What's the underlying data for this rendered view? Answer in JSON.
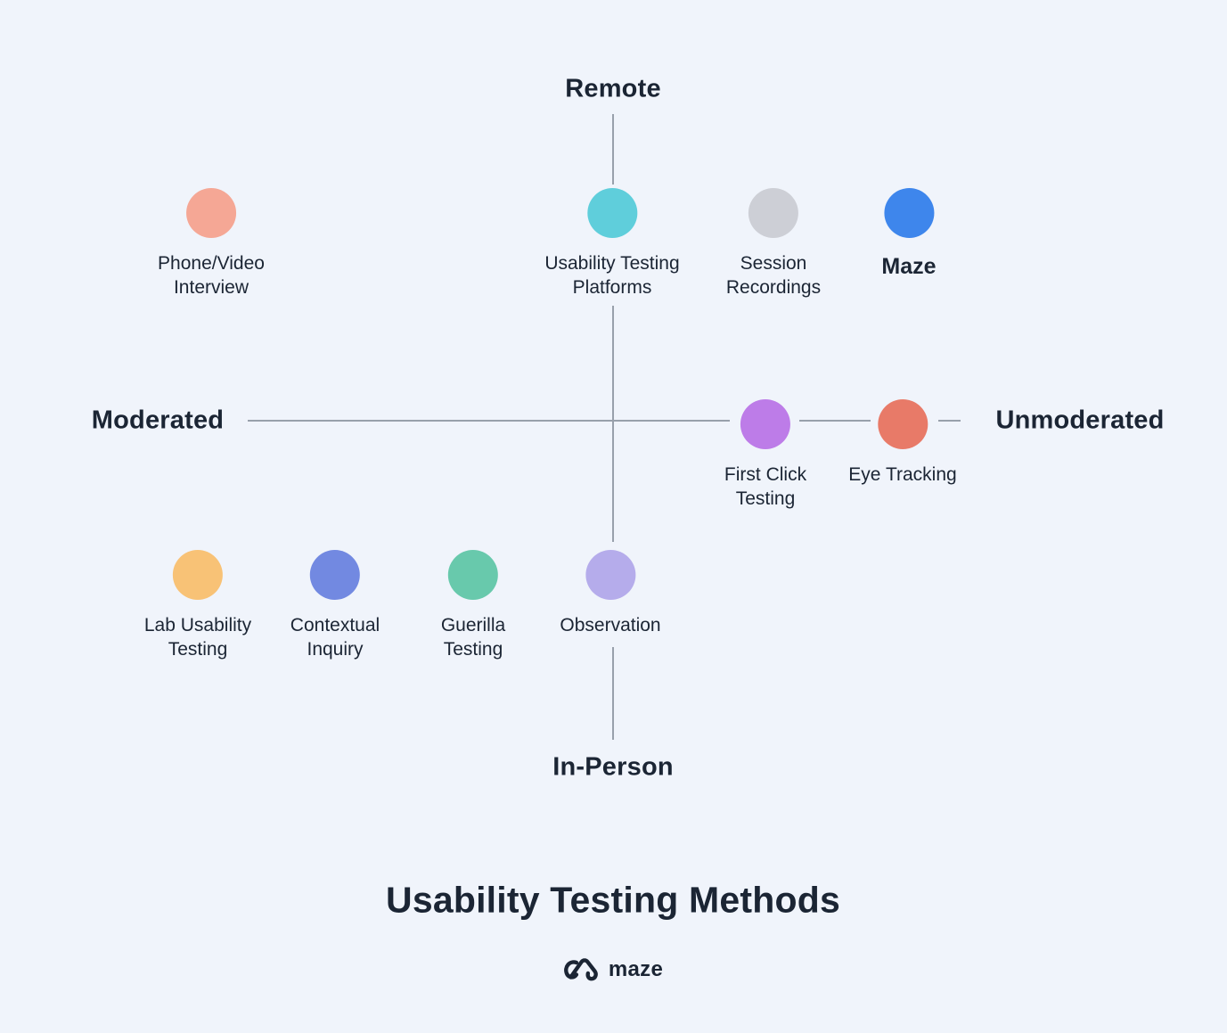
{
  "title": "Usability Testing Methods",
  "colors": {
    "background": "#F0F4FB",
    "text": "#1B2534",
    "axis_line": "#98A0AB"
  },
  "axes": {
    "top": "Remote",
    "bottom": "In-Person",
    "left": "Moderated",
    "right": "Unmoderated"
  },
  "methods": [
    {
      "name": "phone-video-interview",
      "line1": "Phone/Video",
      "line2": "Interview",
      "color": "#F5A795",
      "region": "remote-moderated"
    },
    {
      "name": "usability-testing-platforms",
      "line1": "Usability Testing",
      "line2": "Platforms",
      "color": "#5FCEDB",
      "region": "remote-center"
    },
    {
      "name": "session-recordings",
      "line1": "Session",
      "line2": "Recordings",
      "color": "#CDCFD6",
      "region": "remote-unmoderated"
    },
    {
      "name": "maze",
      "line1": "Maze",
      "color": "#3E86EC",
      "region": "remote-unmoderated"
    },
    {
      "name": "first-click-testing",
      "line1": "First Click",
      "line2": "Testing",
      "color": "#BD7CE8",
      "region": "center-unmoderated"
    },
    {
      "name": "eye-tracking",
      "line1": "Eye Tracking",
      "color": "#E87A68",
      "region": "center-unmoderated"
    },
    {
      "name": "lab-usability-testing",
      "line1": "Lab Usability",
      "line2": "Testing",
      "color": "#F8C276",
      "region": "in-person-moderated"
    },
    {
      "name": "contextual-inquiry",
      "line1": "Contextual",
      "line2": "Inquiry",
      "color": "#7289E1",
      "region": "in-person-moderated"
    },
    {
      "name": "guerilla-testing",
      "line1": "Guerilla",
      "line2": "Testing",
      "color": "#68C9AC",
      "region": "in-person-moderated"
    },
    {
      "name": "observation",
      "line1": "Observation",
      "color": "#B5ACEB",
      "region": "in-person-center"
    }
  ],
  "brand": {
    "logo_icon": "maze-logo-icon",
    "logo_text": "maze"
  }
}
